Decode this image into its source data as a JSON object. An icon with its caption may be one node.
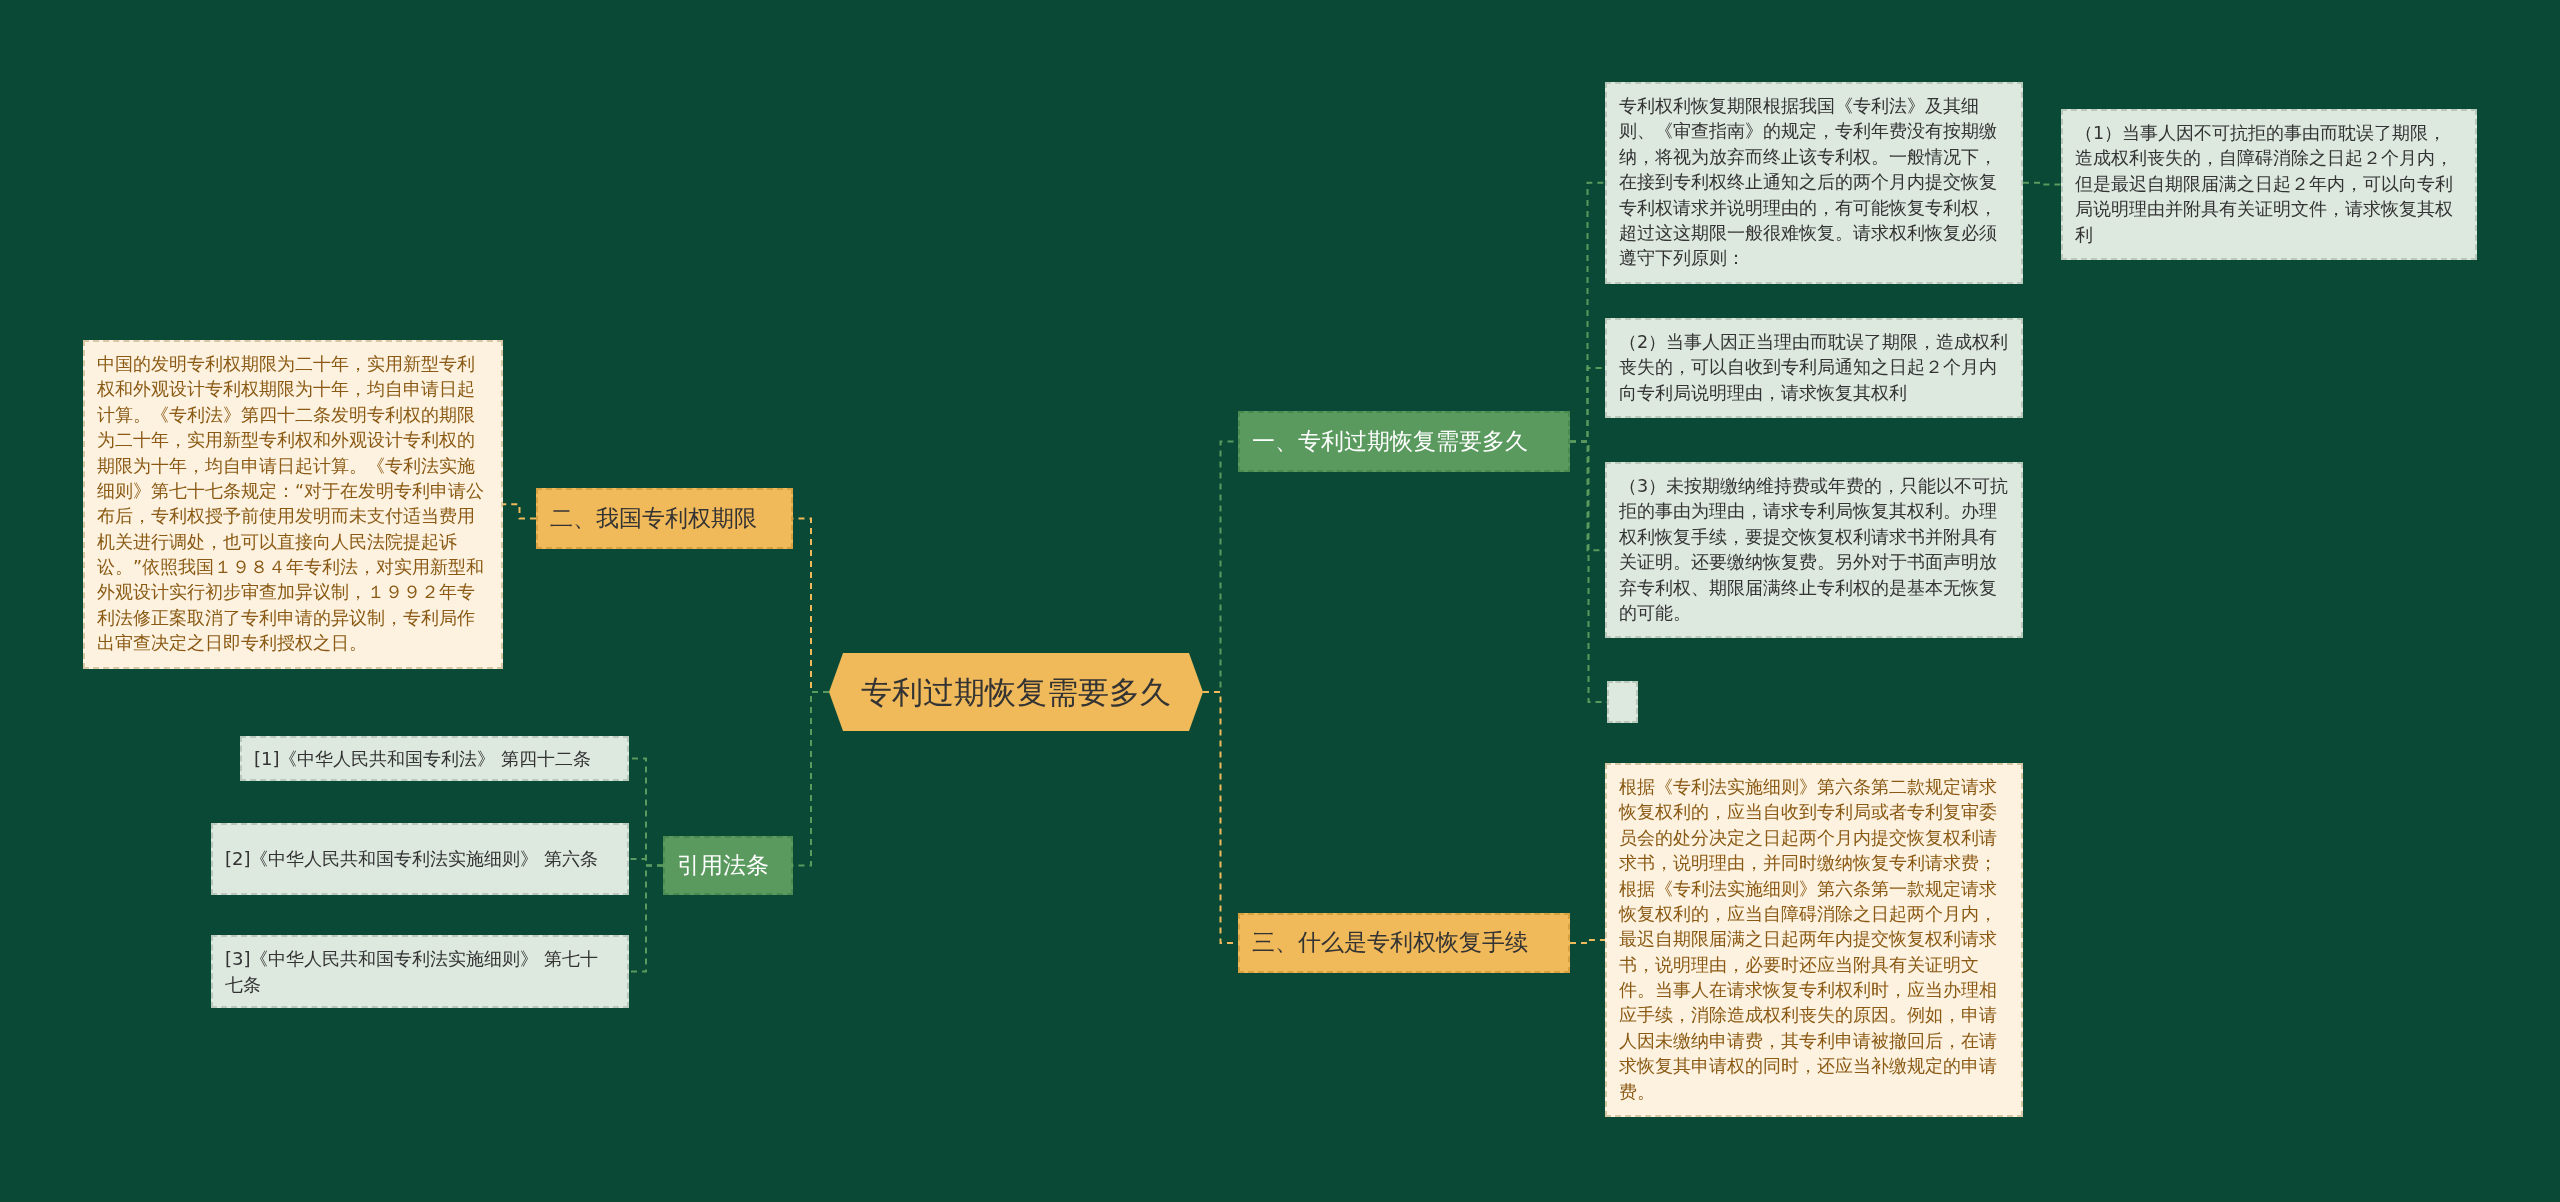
{
  "diagram": {
    "nodes": [
      {
        "text": [
          "专利过期恢复需要多久"
        ]
      },
      {
        "text": [
          "一、专利过期恢复需要多久"
        ]
      },
      {
        "text": [
          "专利权利恢复期限根据我国《专利法》及其细则、《审查指南》的规定，专利年费没有按期缴纳，将视为放弃而终止该专利权。一般情况下，在接到专利权终止通知之后的两个月内提交恢复专利权请求并说明理由的，有可能恢复专利权，超过这这期限一般很难恢复。请求权利恢复必须遵守下列原则："
        ]
      },
      {
        "text": [
          "（1）当事人因不可抗拒的事由而耽误了期限，造成权利丧失的，自障碍消除之日起２个月内，但是最迟自期限届满之日起２年内，可以向专利局说明理由并附具有关证明文件，请求恢复其权利"
        ]
      },
      {
        "text": [
          "（2）当事人因正当理由而耽误了期限，造成权利丧失的，可以自收到专利局通知之日起２个月内向专利局说明理由，请求恢复其权利"
        ]
      },
      {
        "text": [
          "（3）未按期缴纳维持费或年费的，只能以不可抗拒的事由为理由，请求专利局恢复其权利。办理权利恢复手续，要提交恢复权利请求书并附具有关证明。还要缴纳恢复费。另外对于书面声明放弃专利权、期限届满终止专利权的是基本无恢复的可能。"
        ]
      },
      {
        "text": [],
        "shape": "box"
      },
      {
        "text": [
          "三、什么是专利权恢复手续"
        ]
      },
      {
        "text": [
          "根据《专利法实施细则》第六条第二款规定请求恢复权利的，应当自收到专利局或者专利复审委员会的处分决定之日起两个月内提交恢复权利请求书，说明理由，并同时缴纳恢复专利请求费；根据《专利法实施细则》第六条第一款规定请求恢复权利的，应当自障碍消除之日起两个月内，最迟自期限届满之日起两年内提交恢复权利请求书，说明理由，必要时还应当附具有关证明文件。当事人在请求恢复专利权利时，应当办理相应手续，消除造成权利丧失的原因。例如，申请人因未缴纳申请费，其专利申请被撤回后，在请求恢复其申请权的同时，还应当补缴规定的申请费。"
        ]
      },
      {
        "text": [
          "二、我国专利权期限"
        ]
      },
      {
        "text": [
          "中国的发明专利权期限为二十年，实用新型专利权和外观设计专利权期限为十年，均自申请日起计算。《专利法》第四十二条发明专利权的期限为二十年，实用新型专利权和外观设计专利权的期限为十年，均自申请日起计算。《专利法实施细则》第七十七条规定：“对于在发明专利申请公布后，专利权授予前使用发明而未支付适当费用机关进行调处，也可以直接向人民法院提起诉讼。”依照我国１９８４年专利法，对实用新型和外观设计实行初步审查加异议制，１９９２年专利法修正案取消了专利申请的异议制，专利局作出审查决定之日即专利授权之日。"
        ]
      },
      {
        "text": [
          "引用法条"
        ]
      },
      {
        "text": [
          "[1]《中华人民共和国专利法》 第四十二条"
        ]
      },
      {
        "text": [
          "[2]《中华人民共和国专利法实施细则》 第六条"
        ]
      },
      {
        "text": [
          "[3]《中华人民共和国专利法实施细则》 第七十七条"
        ]
      }
    ],
    "edges": [
      {
        "from": 0,
        "to": 1,
        "arrow": "none",
        "style": "dashed"
      },
      {
        "from": 1,
        "to": 2,
        "arrow": "none",
        "style": "dashed"
      },
      {
        "from": 2,
        "to": 3,
        "arrow": "none",
        "style": "dashed"
      },
      {
        "from": 1,
        "to": 4,
        "arrow": "none",
        "style": "dashed"
      },
      {
        "from": 1,
        "to": 5,
        "arrow": "none",
        "style": "dashed"
      },
      {
        "from": 1,
        "to": 6,
        "arrow": "none",
        "style": "dashed"
      },
      {
        "from": 0,
        "to": 7,
        "arrow": "none",
        "style": "dashed",
        "color": "#f0b95a"
      },
      {
        "from": 7,
        "to": 8,
        "arrow": "none",
        "style": "dashed",
        "color": "#f0b95a"
      },
      {
        "from": 0,
        "to": 9,
        "arrow": "none",
        "style": "dashed",
        "color": "#f0b95a"
      },
      {
        "from": 9,
        "to": 10,
        "arrow": "none",
        "style": "dashed",
        "color": "#f0b95a"
      },
      {
        "from": 0,
        "to": 11,
        "arrow": "none",
        "style": "dashed"
      },
      {
        "from": 11,
        "to": 12,
        "arrow": "none",
        "style": "dashed"
      },
      {
        "from": 11,
        "to": 13,
        "arrow": "none",
        "style": "dashed"
      },
      {
        "from": 11,
        "to": 14,
        "arrow": "none",
        "style": "dashed"
      }
    ]
  }
}
